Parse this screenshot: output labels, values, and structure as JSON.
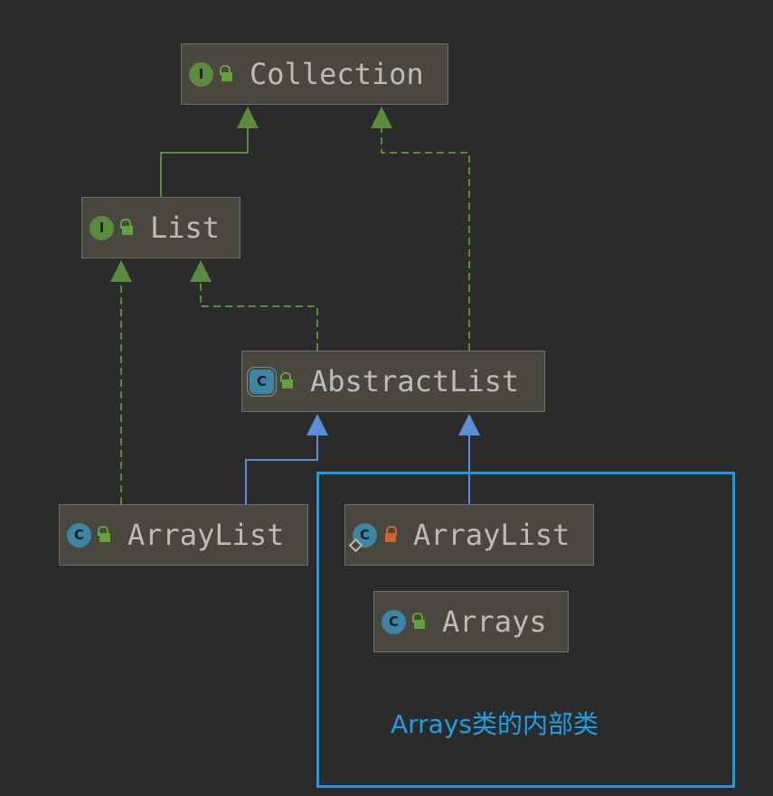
{
  "nodes": [
    {
      "id": "collection",
      "label": "Collection",
      "kind": "interface",
      "badge": "I",
      "access": "public"
    },
    {
      "id": "list",
      "label": "List",
      "kind": "interface",
      "badge": "I",
      "access": "public"
    },
    {
      "id": "abstractlist",
      "label": "AbstractList",
      "kind": "abstract-class",
      "badge": "C",
      "access": "public"
    },
    {
      "id": "arraylist_util",
      "label": "ArrayList",
      "kind": "class",
      "badge": "C",
      "access": "public"
    },
    {
      "id": "arraylist_inner",
      "label": "ArrayList",
      "kind": "static-class",
      "badge": "C",
      "access": "private"
    },
    {
      "id": "arrays",
      "label": "Arrays",
      "kind": "class",
      "badge": "C",
      "access": "public"
    }
  ],
  "edges": [
    {
      "from": "list",
      "to": "collection",
      "type": "extends-interface",
      "color": "#5b8c3d",
      "style": "solid"
    },
    {
      "from": "abstractlist",
      "to": "collection",
      "type": "implements",
      "color": "#5b8c3d",
      "style": "dashed"
    },
    {
      "from": "abstractlist",
      "to": "list",
      "type": "implements",
      "color": "#5b8c3d",
      "style": "dashed"
    },
    {
      "from": "arraylist_util",
      "to": "list",
      "type": "implements",
      "color": "#5b8c3d",
      "style": "dashed"
    },
    {
      "from": "arraylist_util",
      "to": "abstractlist",
      "type": "extends",
      "color": "#5a8fd8",
      "style": "solid"
    },
    {
      "from": "arraylist_inner",
      "to": "abstractlist",
      "type": "extends",
      "color": "#5a8fd8",
      "style": "solid"
    }
  ],
  "annotation": {
    "text": "Arrays类的内部类",
    "color": "#1ea0e6"
  },
  "colors": {
    "background": "#2b2b2b",
    "node_fill": "#4a483e",
    "node_border": "#6e6e6e",
    "interface_badge": "#5b8c3d",
    "class_badge": "#3c85a5",
    "public_lock": "#62a33b",
    "private_lock": "#d4622d",
    "group_border": "#1e9be0"
  }
}
